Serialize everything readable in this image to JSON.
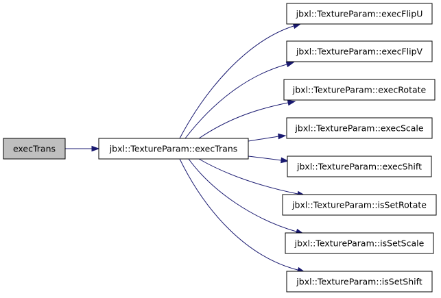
{
  "graph": {
    "root": "execTrans",
    "caller": {
      "label": "execTrans",
      "fill": "#bfbfbf"
    },
    "center": {
      "label": "jbxl::TextureParam::execTrans",
      "fill": "#ffffff"
    },
    "callees": [
      {
        "label": "jbxl::TextureParam::execFlipU"
      },
      {
        "label": "jbxl::TextureParam::execFlipV"
      },
      {
        "label": "jbxl::TextureParam::execRotate"
      },
      {
        "label": "jbxl::TextureParam::execScale"
      },
      {
        "label": "jbxl::TextureParam::execShift"
      },
      {
        "label": "jbxl::TextureParam::isSetRotate"
      },
      {
        "label": "jbxl::TextureParam::isSetScale"
      },
      {
        "label": "jbxl::TextureParam::isSetShift"
      }
    ],
    "colors": {
      "edge": "#191970",
      "border": "#000000",
      "node_fill": "#ffffff",
      "highlight_fill": "#bfbfbf"
    }
  }
}
